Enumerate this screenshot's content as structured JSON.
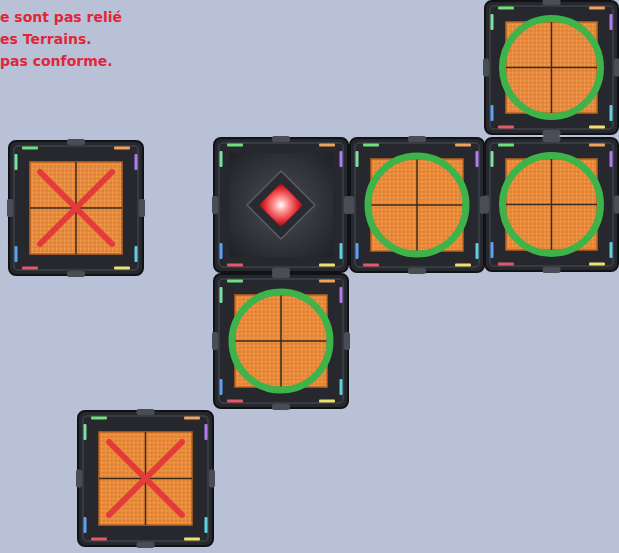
{
  "diagram": {
    "labels": [
      "e sont pas relié",
      "es Terrains.",
      "pas conforme."
    ]
  }
}
